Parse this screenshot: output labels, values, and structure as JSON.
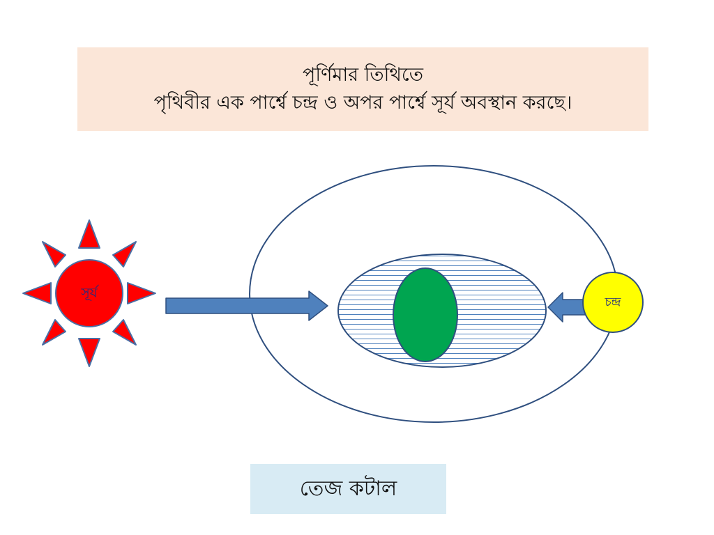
{
  "title": {
    "line1": "পূর্ণিমার তিথিতে",
    "line2": "পৃথিবীর এক পার্শ্বে চন্দ্র ও অপর পার্শ্বে সূর্য অবস্থান করছে।"
  },
  "diagram": {
    "sun_label": "সূর্য",
    "moon_label": "চন্দ্র"
  },
  "footer": {
    "label": "তেজ কটাল"
  },
  "colors": {
    "title_bg": "#fbe6d8",
    "footer_bg": "#d8ebf4",
    "sun": "#ff0000",
    "earth": "#00a550",
    "moon": "#ffff00",
    "arrow": "#4f81bd",
    "outline": "#2f4f7f"
  }
}
